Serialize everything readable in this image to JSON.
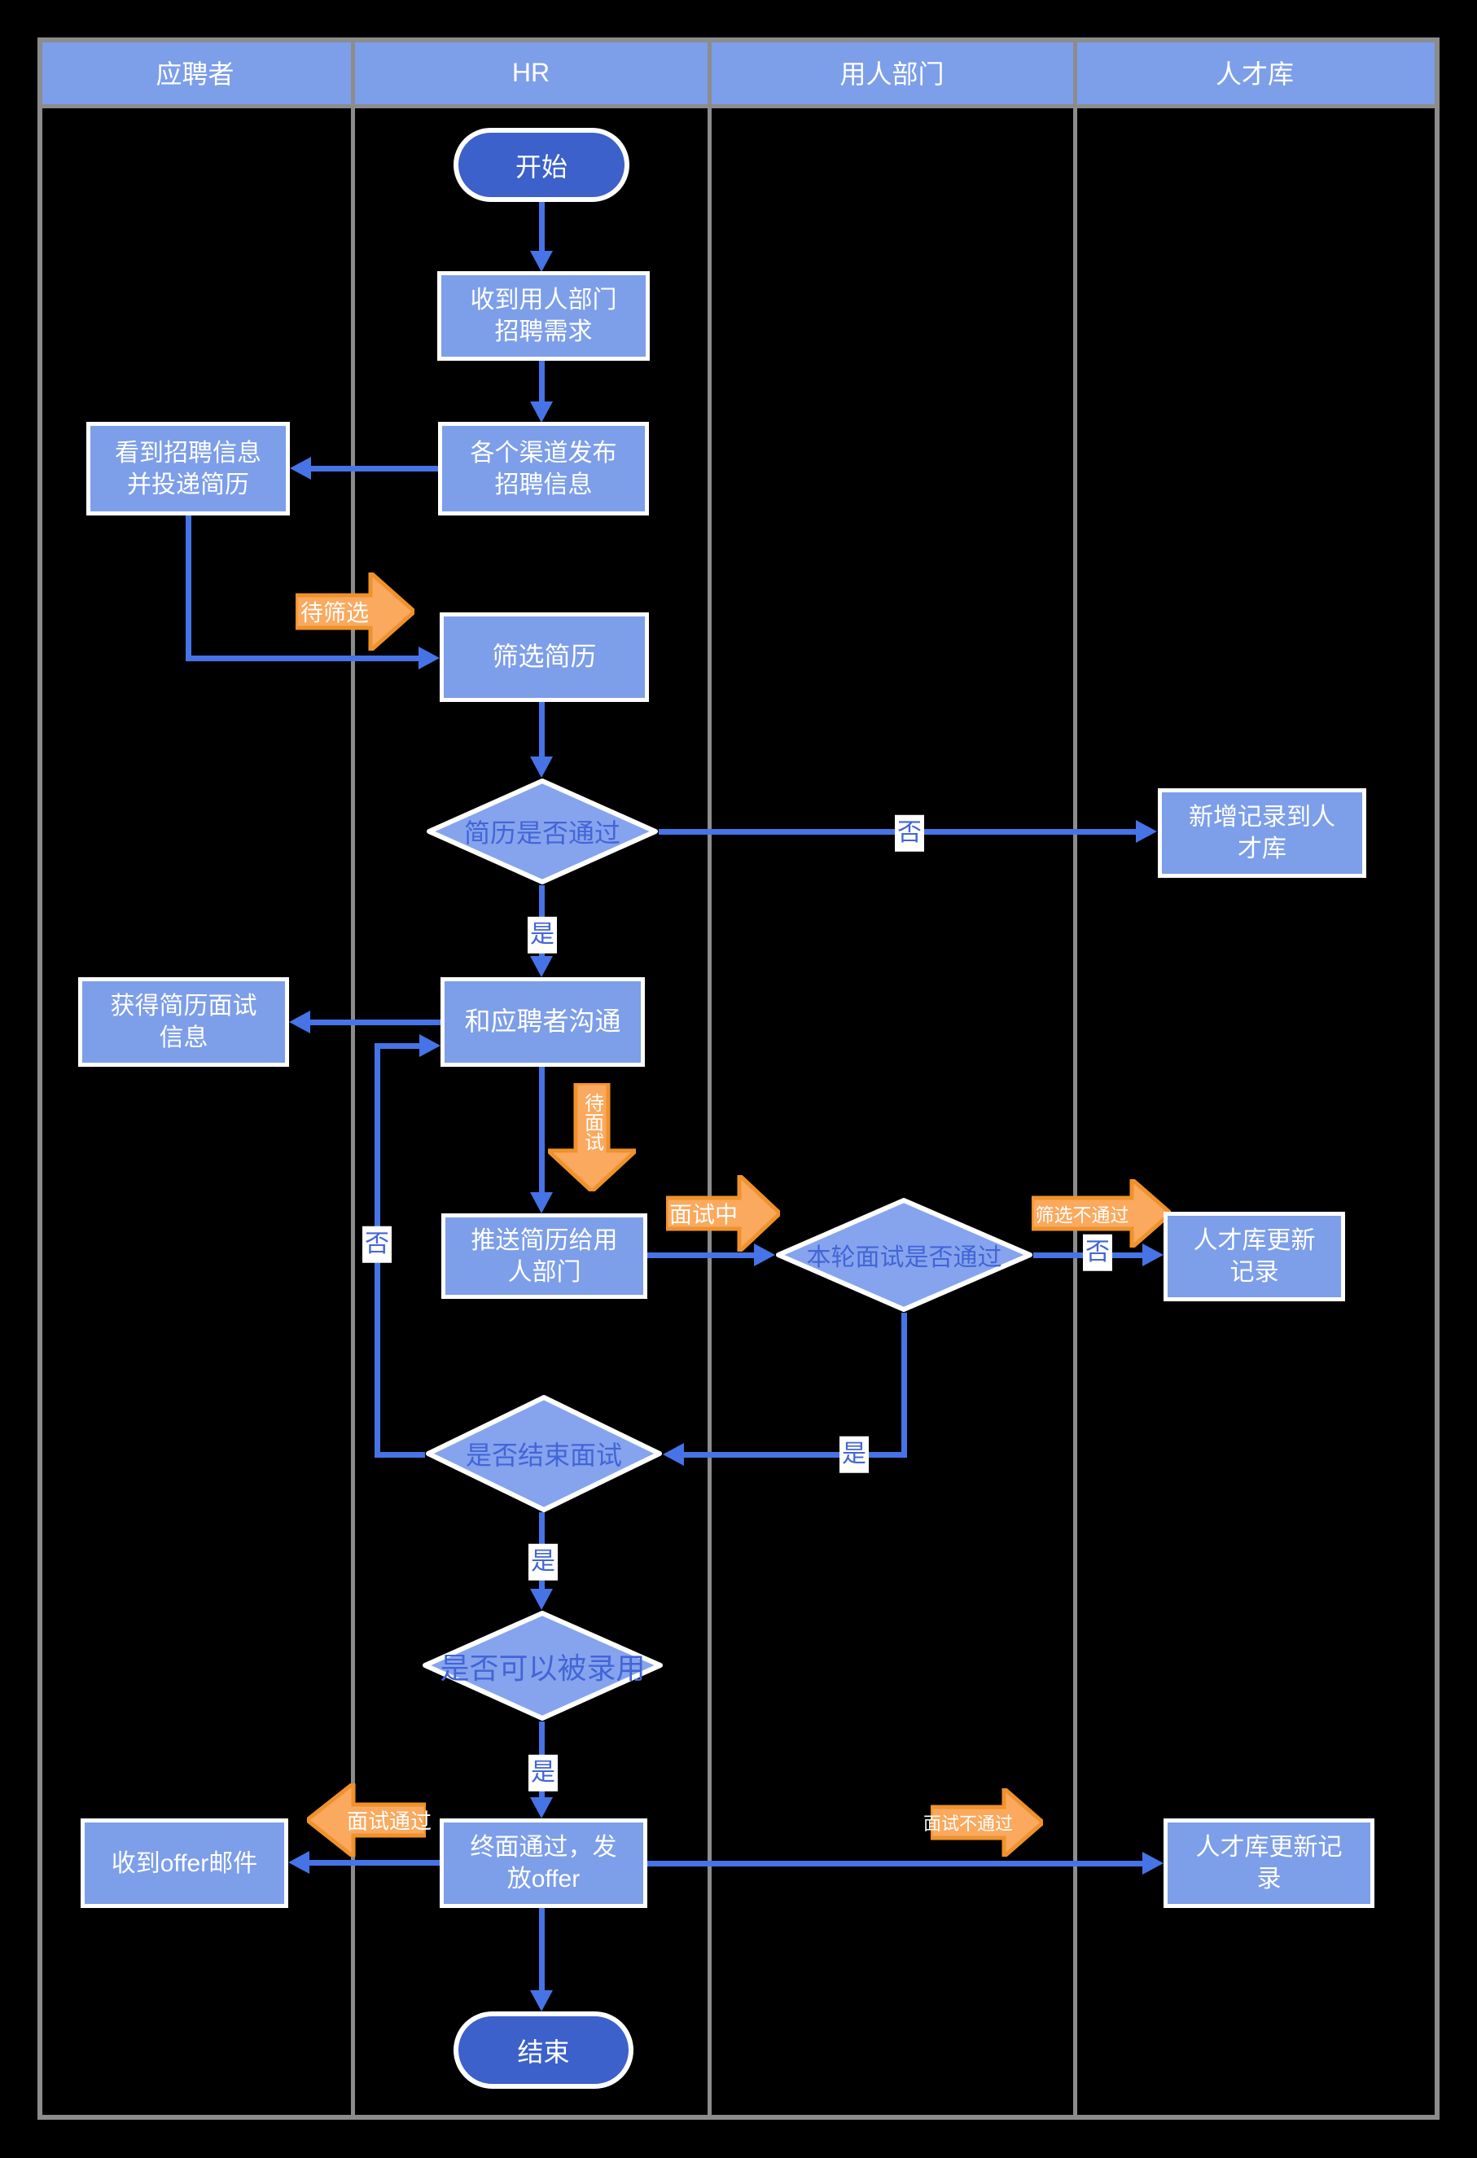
{
  "header": {
    "lanes": [
      "应聘者",
      "HR",
      "用人部门",
      "人才库"
    ]
  },
  "nodes": {
    "start": "开始",
    "receive_request": [
      "收到用人部门",
      "招聘需求"
    ],
    "publish_info": [
      "各个渠道发布",
      "招聘信息"
    ],
    "see_and_apply": [
      "看到招聘信息",
      "并投递简历"
    ],
    "screen_resume": "筛选简历",
    "resume_pass": "简历是否通过",
    "add_to_pool": [
      "新增记录到人",
      "才库"
    ],
    "communicate": "和应聘者沟通",
    "get_interview_info": [
      "获得简历面试",
      "信息"
    ],
    "push_resume": [
      "推送简历给用",
      "人部门"
    ],
    "round_pass": "本轮面试是否通过",
    "pool_update_1": [
      "人才库更新",
      "记录"
    ],
    "finish_interview": "是否结束面试",
    "can_hire": "是否可以被录用",
    "final_offer": [
      "终面通过，发",
      "放offer"
    ],
    "receive_offer": "收到offer邮件",
    "pool_update_2": [
      "人才库更新记",
      "录"
    ],
    "end": "结束"
  },
  "labels": {
    "no_resume": "否",
    "yes_resume": "是",
    "no_loop": "否",
    "no_round": "否",
    "yes_round": "是",
    "yes_finish": "是",
    "yes_hire": "是"
  },
  "tags": {
    "await_screen": "待筛选",
    "await_interview": "待面试",
    "interviewing": "面试中",
    "screen_fail": "筛选不通过",
    "interview_pass": "面试通过",
    "interview_fail": "面试不通过"
  },
  "colors": {
    "connector_blue": "#4674E6",
    "node_fill": "#7D9EE9",
    "terminal_fill": "#3C61CA",
    "diamond_fill": "#86A4EE",
    "diamond_text": "#4365D6",
    "tag_orange": "#FAA95E",
    "tag_orange_border": "#F0922B",
    "lane_border": "#8C8C8C",
    "background": "#000000",
    "text_white": "#FFFFFF"
  }
}
